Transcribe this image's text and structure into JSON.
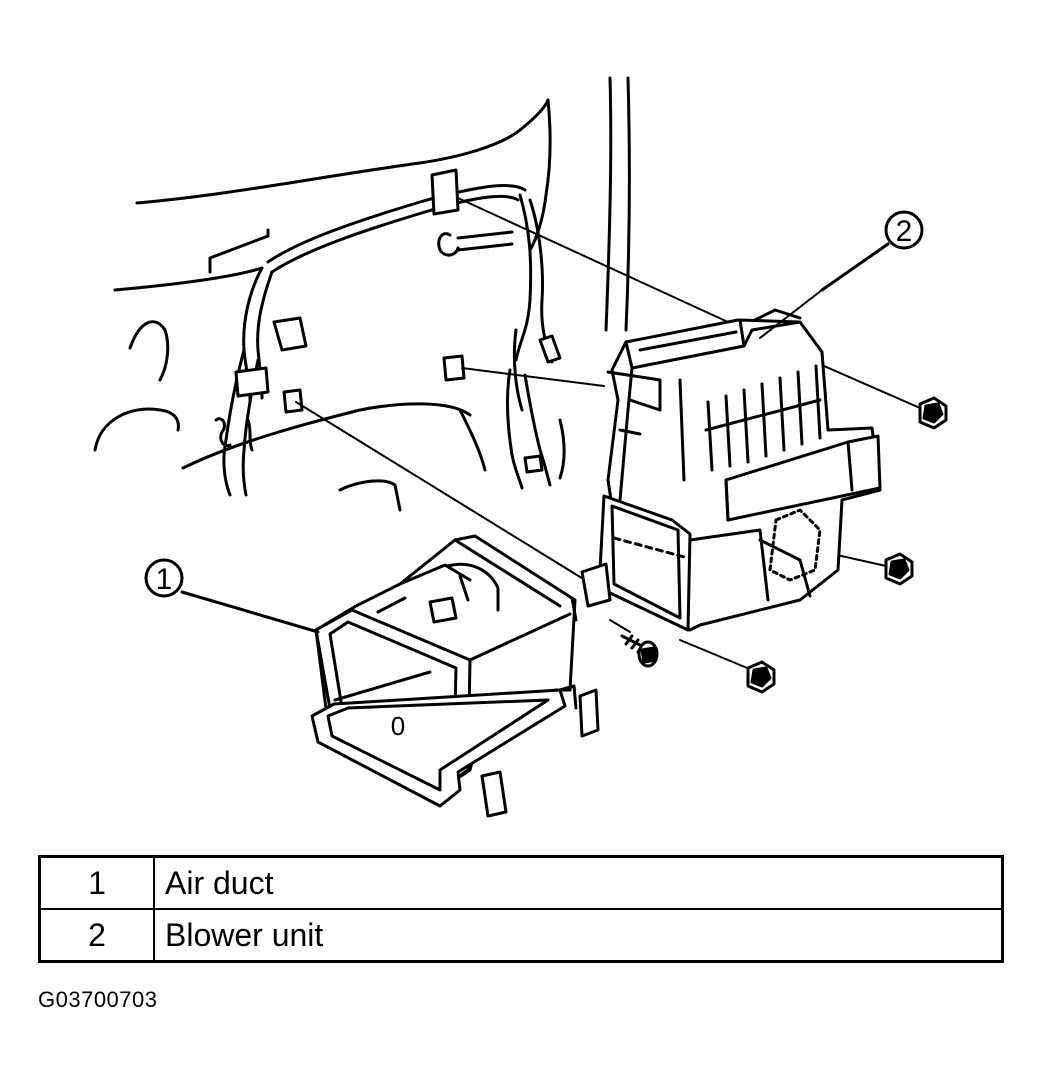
{
  "callouts": [
    {
      "number": "1"
    },
    {
      "number": "2"
    }
  ],
  "legend": [
    {
      "number": "1",
      "label": "Air duct"
    },
    {
      "number": "2",
      "label": "Blower unit"
    }
  ],
  "duct_mark": "0",
  "figure_code": "G03700703"
}
